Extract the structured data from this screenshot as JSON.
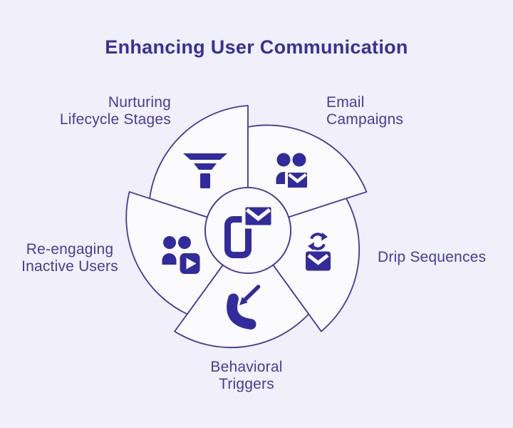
{
  "title": "Enhancing User Communication",
  "diagram": {
    "type": "circular-pinwheel-5-segments",
    "center_icon": "phone-email-icon",
    "segments": [
      {
        "name": "nurturing-lifecycle-stages",
        "icon": "funnel-filter-icon",
        "label": "Nurturing Lifecycle Stages",
        "lines": [
          "Nurturing",
          "Lifecycle Stages"
        ]
      },
      {
        "name": "email-campaigns",
        "icon": "users-email-icon",
        "label": "Email Campaigns",
        "lines": [
          "Email",
          "Campaigns"
        ]
      },
      {
        "name": "drip-sequences",
        "icon": "email-refresh-icon",
        "label": "Drip Sequences",
        "lines": [
          "Drip Sequences"
        ]
      },
      {
        "name": "behavioral-triggers",
        "icon": "incoming-call-icon",
        "label": "Behavioral Triggers",
        "lines": [
          "Behavioral",
          "Triggers"
        ]
      },
      {
        "name": "re-engaging-inactive-users",
        "icon": "users-video-icon",
        "label": "Re-engaging Inactive Users",
        "lines": [
          "Re-engaging",
          "Inactive Users"
        ]
      }
    ],
    "colors": {
      "background": "#f1eff9",
      "blade_fill": "#fbfaff",
      "outline": "#413a9e",
      "icon": "#322b9e",
      "title_text": "#38309b",
      "label_text": "#443d9e"
    }
  }
}
